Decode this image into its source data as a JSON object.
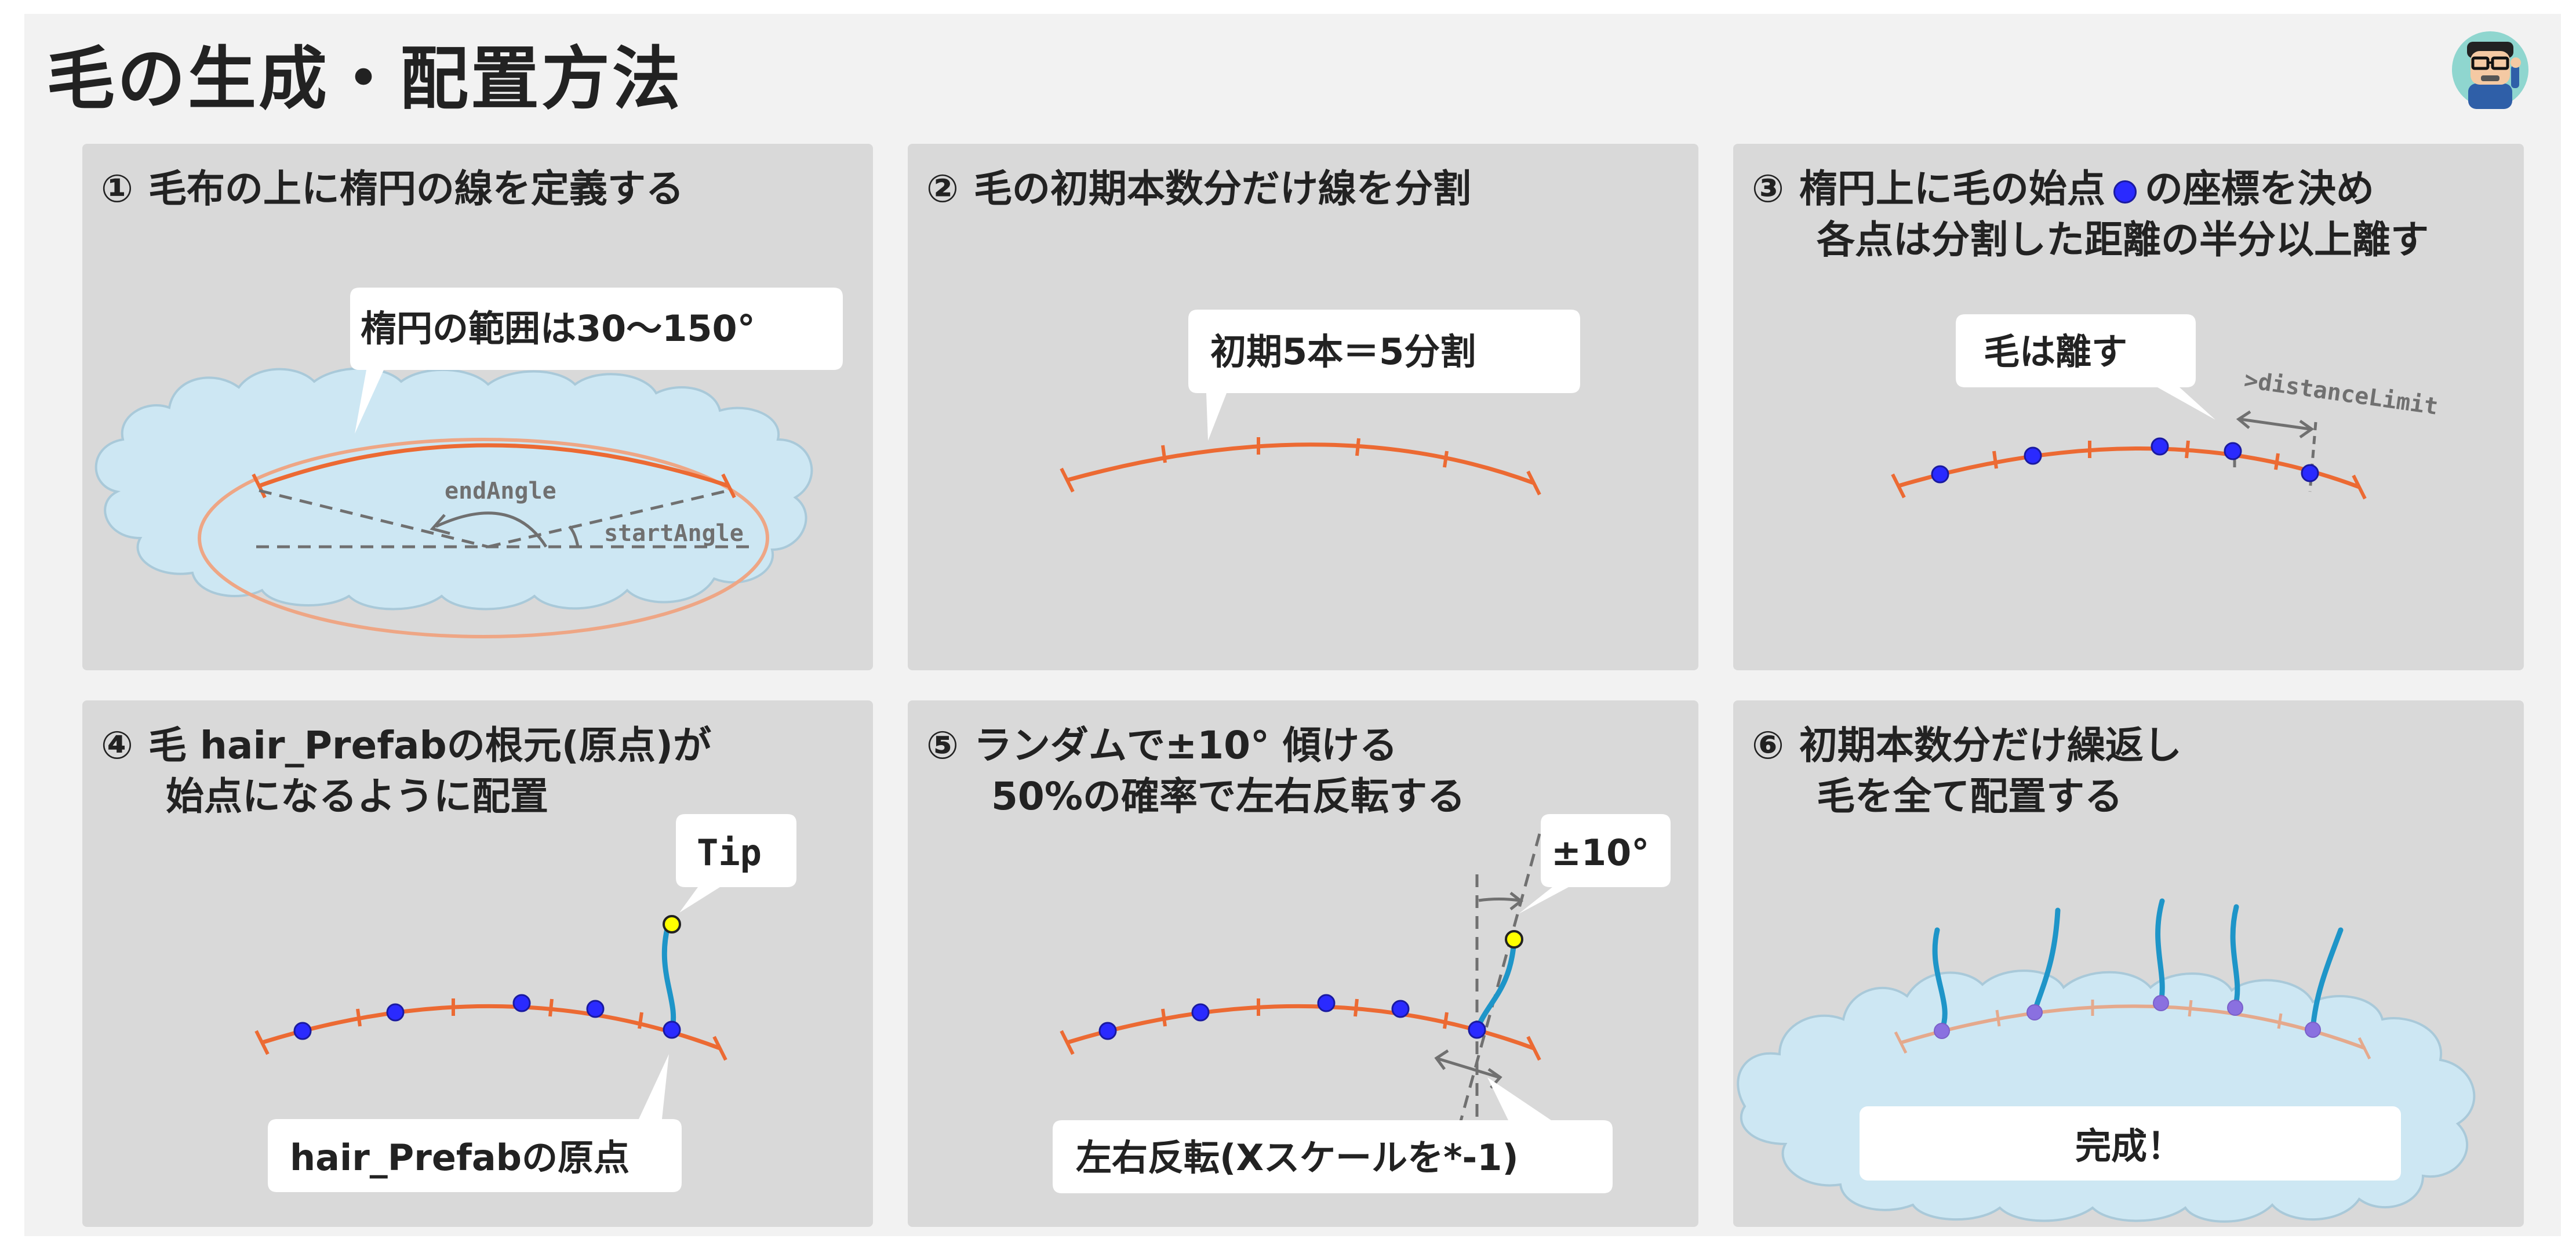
{
  "title": "毛の生成・配置方法",
  "panels": {
    "p1": {
      "num": "①",
      "line1": "毛布の上に楕円の線を定義する",
      "bubble": "楕円の範囲は30～150°",
      "end_angle": "endAngle",
      "start_angle": "startAngle"
    },
    "p2": {
      "num": "②",
      "line1": "毛の初期本数分だけ線を分割",
      "bubble": "初期5本＝5分割"
    },
    "p3": {
      "num": "③",
      "line1a": "楕円上に毛の始点",
      "line1b": "の座標を決め",
      "line2": "各点は分割した距離の半分以上離す",
      "bubble": "毛は離す",
      "distance_limit": ">distanceLimit"
    },
    "p4": {
      "num": "④",
      "line1": "毛 hair_Prefabの根元(原点)が",
      "line2": "始点になるように配置",
      "tip": "Tip",
      "origin": "hair_Prefabの原点"
    },
    "p5": {
      "num": "⑤",
      "line1": "ランダムで±10° 傾ける",
      "line2": "50%の確率で左右反転する",
      "angle": "±10°",
      "flip": "左右反転(Xスケールを*-1)"
    },
    "p6": {
      "num": "⑥",
      "line1": "初期本数分だけ繰返し",
      "line2": "毛を全て配置する",
      "done": "完成！"
    }
  },
  "colors": {
    "arc": "#ec6a33",
    "point": "#2a2aff",
    "hair": "#1e95c8",
    "tip": "#ffff00",
    "cloud": "#cde7f3",
    "ellipse": "#eea685",
    "panel": "#d9d9d9",
    "bubble": "#ffffff"
  },
  "icons": {
    "avatar": "avatar-icon"
  }
}
